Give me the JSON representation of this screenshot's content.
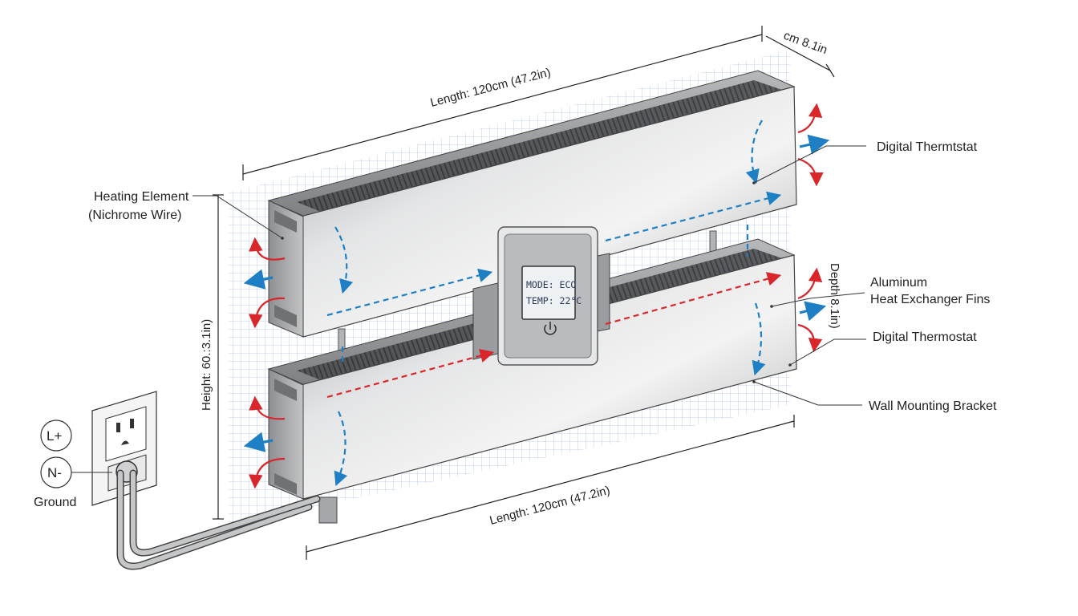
{
  "dimensions": {
    "length_top": "Length: 120cm (47.2in)",
    "length_bottom": "Length: 120cm (47.2in)",
    "height": "Height: 60.:3.1in)",
    "depth_top": "cm 8.1in",
    "depth_side": "Depth 8.1in)"
  },
  "labels": {
    "heating_element_line1": "Heating Element",
    "heating_element_line2": "(Nichrome Wire)",
    "digital_thermostat_top": "Digital Thermtstat",
    "aluminum_line1": "Aluminum",
    "aluminum_line2": "Heat Exchanger Fins",
    "digital_thermostat_mid": "Digital Thermostat",
    "wall_bracket": "Wall Mounting Bracket"
  },
  "display": {
    "mode": "MODE: ECO",
    "temp": "TEMP: 22°C",
    "icon": "power-icon"
  },
  "outlet": {
    "live": "L+",
    "neutral": "N-",
    "ground": "Ground"
  },
  "colors": {
    "hot_air": "#d9262b",
    "cool_air": "#1f7fc4",
    "panel": "#c9cacc",
    "grid": "#b8c8e8"
  }
}
